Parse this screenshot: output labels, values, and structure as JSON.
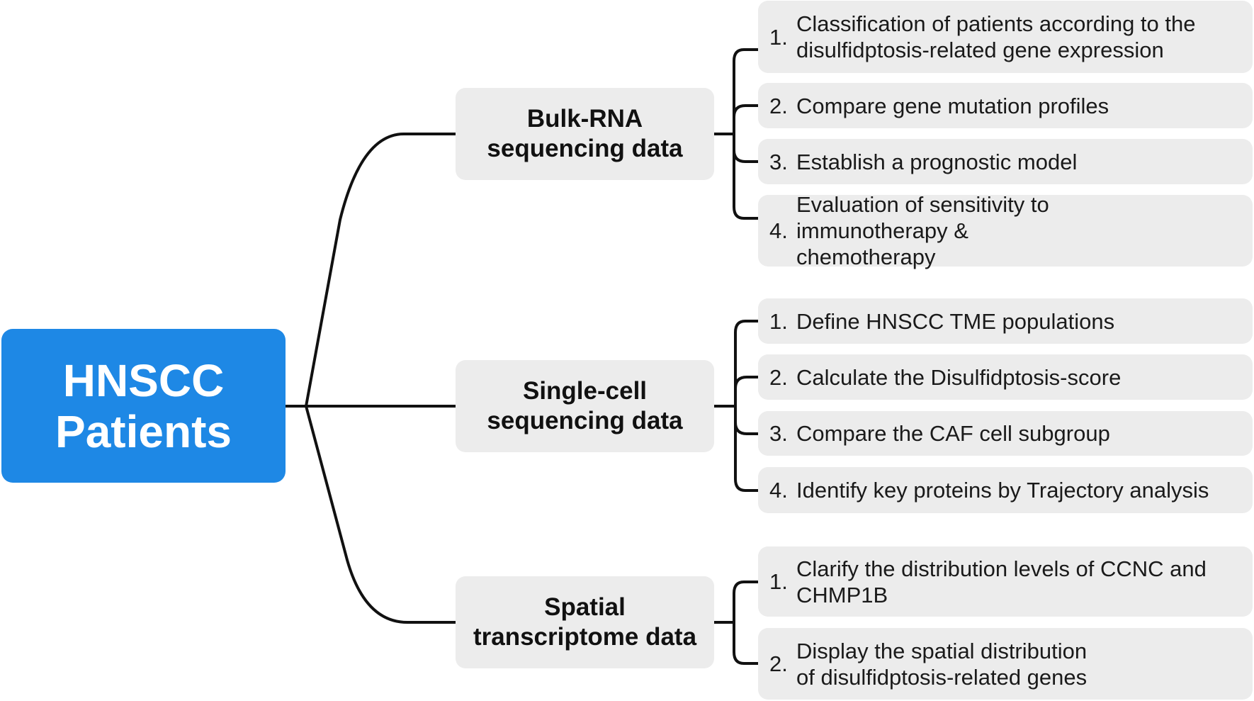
{
  "root": {
    "line1": "HNSCC",
    "line2": "Patients",
    "color": "#1e88e5"
  },
  "branches": [
    {
      "line1": "Bulk-RNA",
      "line2": "sequencing data",
      "items": [
        {
          "num": "1.",
          "text": "Classification of patients according to the disulfidptosis-related gene expression"
        },
        {
          "num": "2.",
          "text": "Compare gene mutation profiles"
        },
        {
          "num": "3.",
          "text": "Establish a prognostic model"
        },
        {
          "num": "4.",
          "text": "Evaluation of sensitivity to immunotherapy & chemotherapy"
        }
      ]
    },
    {
      "line1": "Single-cell",
      "line2": "sequencing data",
      "items": [
        {
          "num": "1.",
          "text": "Define HNSCC TME populations"
        },
        {
          "num": "2.",
          "text": "Calculate the Disulfidptosis-score"
        },
        {
          "num": "3.",
          "text": "Compare the CAF cell subgroup"
        },
        {
          "num": "4.",
          "text": "Identify key proteins by Trajectory analysis"
        }
      ]
    },
    {
      "line1": "Spatial",
      "line2": "transcriptome data",
      "items": [
        {
          "num": "1.",
          "text": "Clarify the distribution levels of CCNC and CHMP1B"
        },
        {
          "num": "2.",
          "text": "Display the spatial distribution of disulfidptosis-related genes"
        }
      ]
    }
  ]
}
